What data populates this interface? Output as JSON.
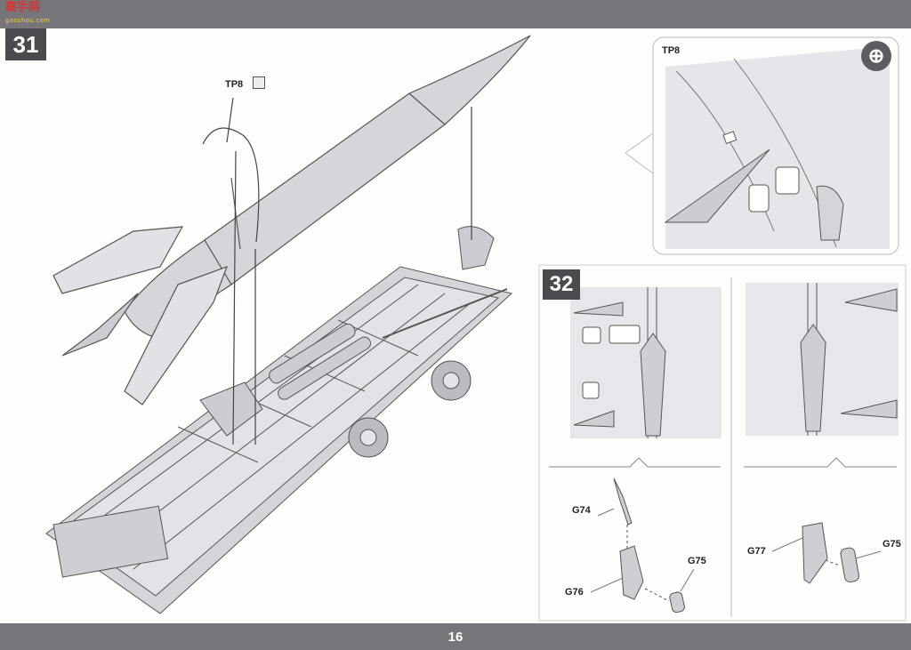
{
  "watermark": {
    "main": "高手网",
    "sub": "gaoshou.com"
  },
  "steps": {
    "a": "31",
    "b": "32"
  },
  "labels": {
    "tp8_main": "TP8",
    "tp8_detail": "TP8",
    "g74": "G74",
    "g75_left": "G75",
    "g76": "G76",
    "g77": "G77",
    "g75_right": "G75"
  },
  "icons": {
    "zoom": "zoom-in-icon",
    "paint": "paint-icon"
  },
  "page_number": "16",
  "colors": {
    "bar": "#77757a",
    "step_box": "#4b4a4f",
    "part_fill": "#d9d6dc",
    "line": "#555"
  }
}
